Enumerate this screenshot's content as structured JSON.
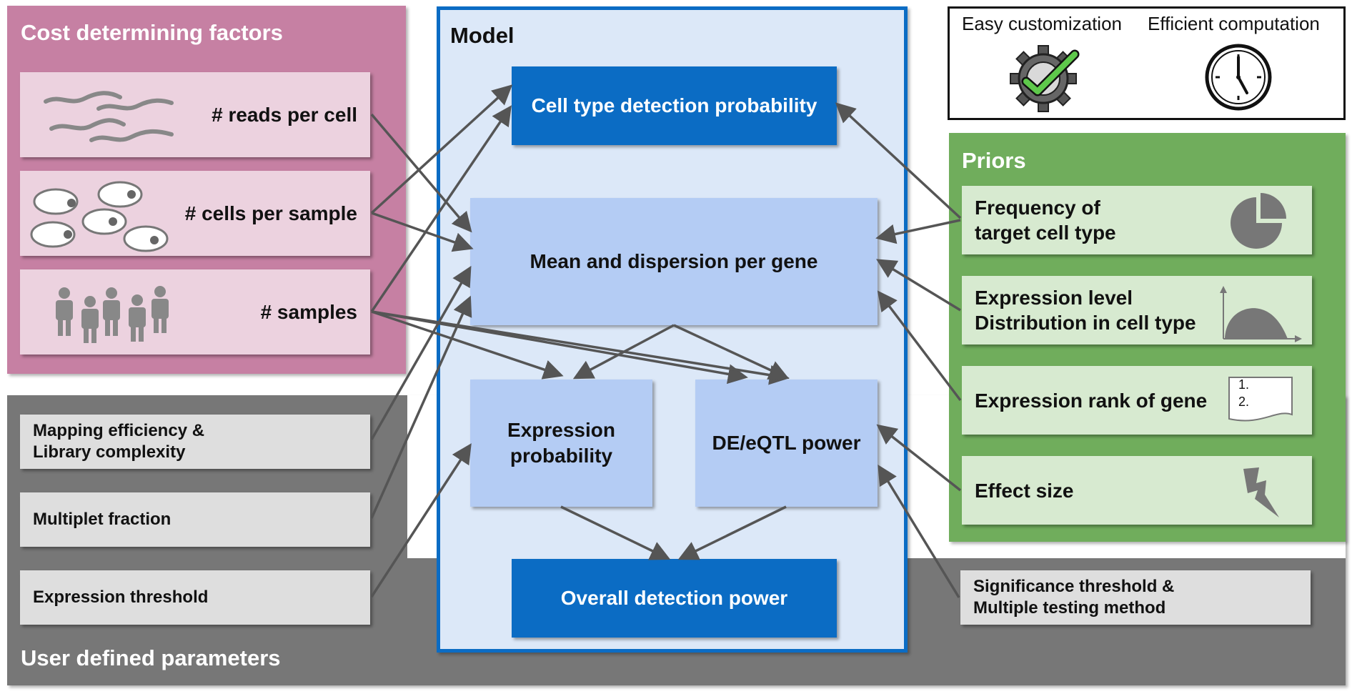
{
  "cost": {
    "title": "Cost determining factors",
    "reads_label": "# reads per cell",
    "cells_label": "# cells per sample",
    "samples_label": "# samples"
  },
  "user": {
    "title": "User defined parameters",
    "mapping_line1": "Mapping efficiency &",
    "mapping_line2": "Library complexity",
    "multiplet_label": "Multiplet fraction",
    "expr_threshold_label": "Expression threshold",
    "significance_line1": "Significance threshold &",
    "significance_line2": "Multiple testing method"
  },
  "model": {
    "title": "Model",
    "cell_type_detection": "Cell type detection probability",
    "mean_dispersion": "Mean and dispersion per gene",
    "expr_prob_line1": "Expression",
    "expr_prob_line2": "probability",
    "de_eqtl_power": "DE/eQTL power",
    "overall_power": "Overall detection power"
  },
  "features": {
    "customization": "Easy customization",
    "computation": "Efficient computation"
  },
  "priors": {
    "title": "Priors",
    "freq_line1": "Frequency of",
    "freq_line2": "target cell type",
    "expr_level_line1": "Expression level",
    "expr_level_line2": "Distribution in cell type",
    "expr_rank": "Expression rank of gene",
    "rank_item1": "1.",
    "rank_item2": "2.",
    "effect_size": "Effect size"
  },
  "colors": {
    "cost_panel": "#c680a3",
    "user_panel": "#777777",
    "model_border": "#0b6cc4",
    "model_fill": "#dce8f8",
    "priors_panel": "#70ad5c",
    "arrow": "#555555"
  },
  "icons": {
    "reads": "reads-squiggle-icon",
    "cells": "cells-icon",
    "samples": "people-icon",
    "customization": "gear-check-icon",
    "computation": "clock-icon",
    "frequency": "pie-chart-icon",
    "distribution": "distribution-curve-icon",
    "rank": "ranked-list-icon",
    "effect": "lightning-icon"
  }
}
